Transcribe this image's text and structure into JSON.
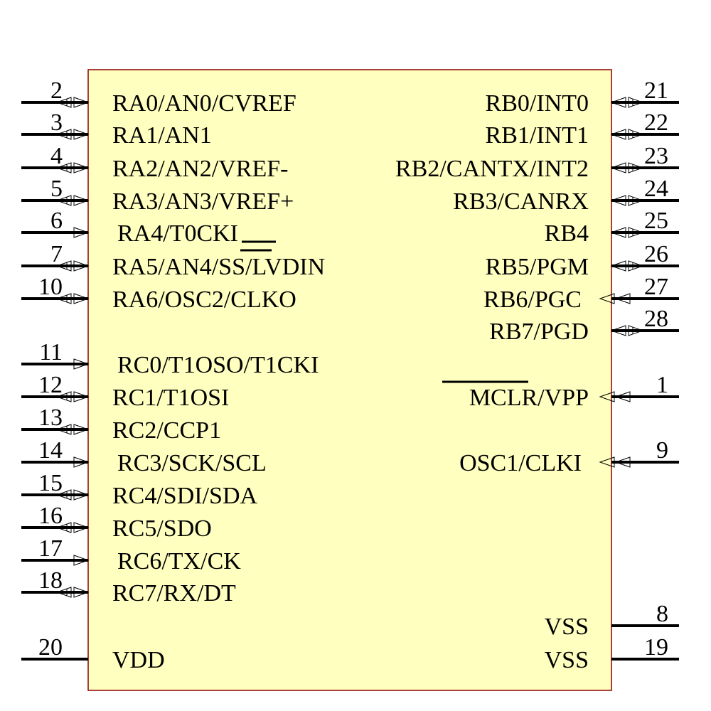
{
  "component": {
    "body_fill": "#ffffc0",
    "body_stroke": "#8b0000",
    "pins_left": [
      {
        "number": "2",
        "name": "RA0/AN0/CVREF",
        "dir": "bidir"
      },
      {
        "number": "3",
        "name": "RA1/AN1",
        "dir": "bidir"
      },
      {
        "number": "4",
        "name": "RA2/AN2/VREF-",
        "dir": "bidir"
      },
      {
        "number": "5",
        "name": "RA3/AN3/VREF+",
        "dir": "bidir"
      },
      {
        "number": "6",
        "name": "RA4/T0CKI",
        "dir": "input"
      },
      {
        "number": "7",
        "name": "RA5/AN4/SS/LVDIN",
        "dir": "bidir"
      },
      {
        "number": "10",
        "name": "RA6/OSC2/CLKO",
        "dir": "bidir"
      },
      {
        "number": "11",
        "name": "RC0/T1OSO/T1CKI",
        "dir": "input"
      },
      {
        "number": "12",
        "name": "RC1/T1OSI",
        "dir": "bidir"
      },
      {
        "number": "13",
        "name": "RC2/CCP1",
        "dir": "bidir"
      },
      {
        "number": "14",
        "name": "RC3/SCK/SCL",
        "dir": "input"
      },
      {
        "number": "15",
        "name": "RC4/SDI/SDA",
        "dir": "bidir"
      },
      {
        "number": "16",
        "name": "RC5/SDO",
        "dir": "bidir"
      },
      {
        "number": "17",
        "name": "RC6/TX/CK",
        "dir": "input"
      },
      {
        "number": "18",
        "name": "RC7/RX/DT",
        "dir": "bidir"
      },
      {
        "number": "20",
        "name": "VDD",
        "dir": "power"
      }
    ],
    "pins_right": [
      {
        "number": "21",
        "name": "RB0/INT0",
        "dir": "bidir"
      },
      {
        "number": "22",
        "name": "RB1/INT1",
        "dir": "bidir"
      },
      {
        "number": "23",
        "name": "RB2/CANTX/INT2",
        "dir": "bidir"
      },
      {
        "number": "24",
        "name": "RB3/CANRX",
        "dir": "bidir"
      },
      {
        "number": "25",
        "name": "RB4",
        "dir": "bidir"
      },
      {
        "number": "26",
        "name": "RB5/PGM",
        "dir": "bidir"
      },
      {
        "number": "27",
        "name": "RB6/PGC",
        "dir": "input"
      },
      {
        "number": "28",
        "name": "RB7/PGD",
        "dir": "bidir"
      },
      {
        "number": "1",
        "name": "MCLR/VPP",
        "dir": "input"
      },
      {
        "number": "9",
        "name": "OSC1/CLKI",
        "dir": "input"
      },
      {
        "number": "8",
        "name": "VSS",
        "dir": "power"
      },
      {
        "number": "19",
        "name": "VSS",
        "dir": "power"
      }
    ]
  }
}
